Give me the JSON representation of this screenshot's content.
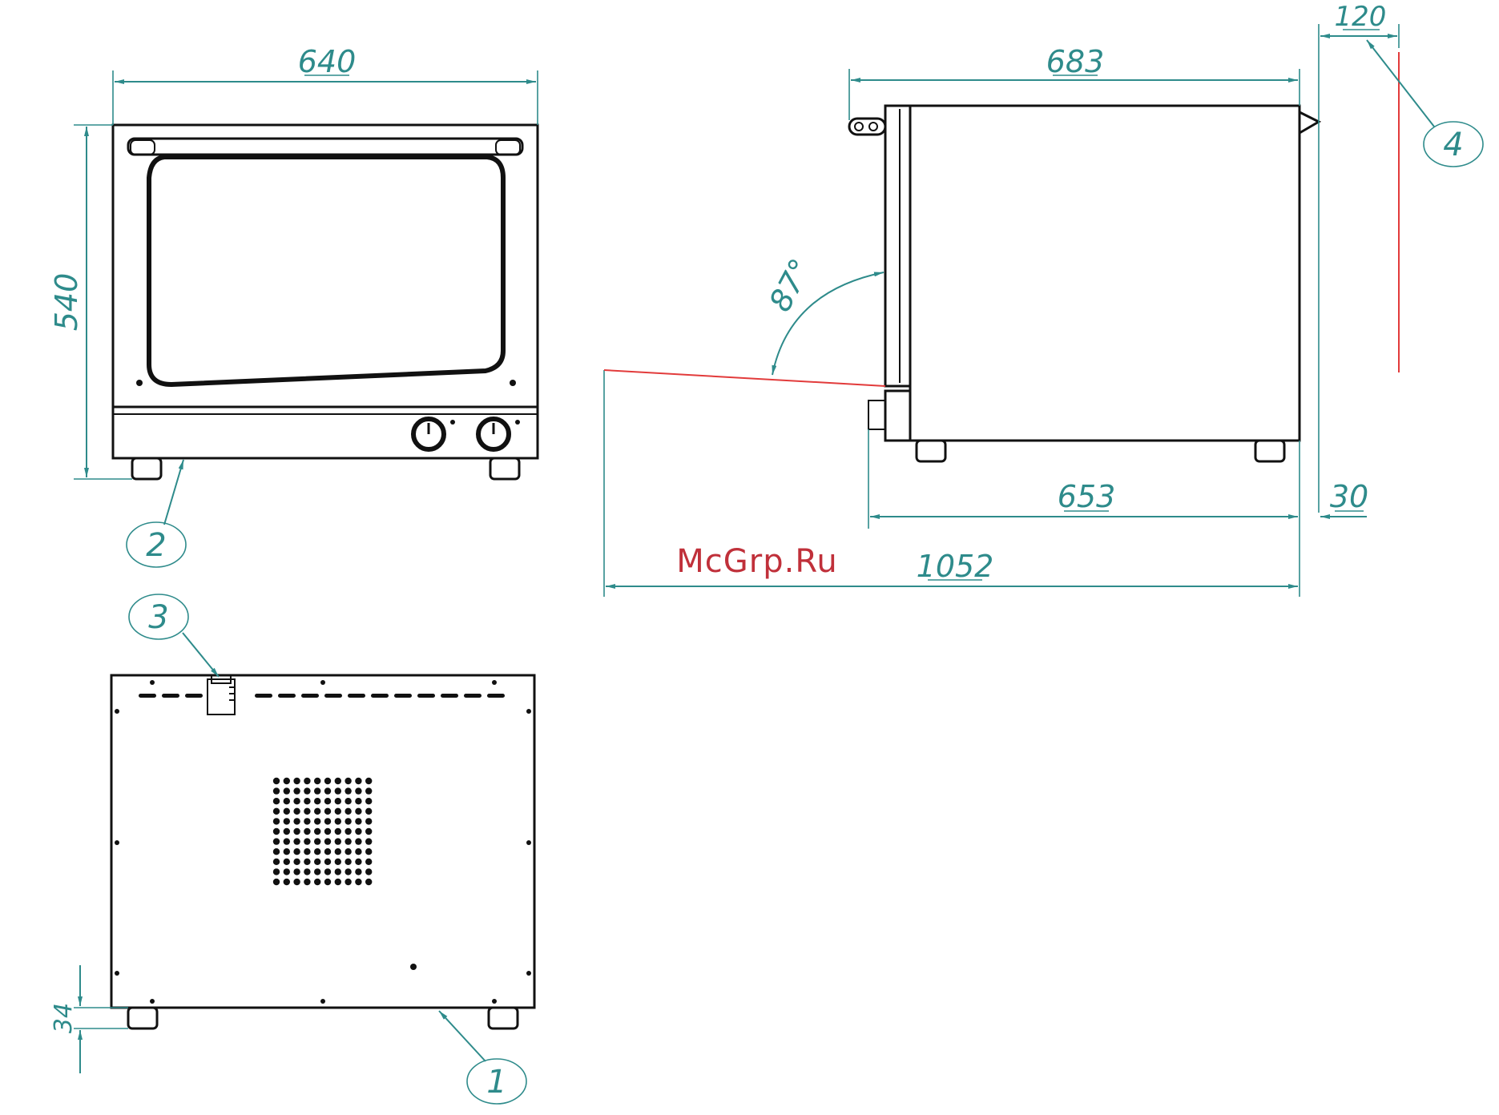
{
  "dimensions": {
    "front_width": "640",
    "front_height": "540",
    "side_depth": "683",
    "door_clearance": "120",
    "side_base_depth": "653",
    "side_offset": "30",
    "total_depth_open": "1052",
    "door_angle": "87°",
    "rear_foot_height": "34"
  },
  "callouts": {
    "c1": "1",
    "c2": "2",
    "c3": "3",
    "c4": "4"
  },
  "watermark": "McGrp.Ru",
  "colors": {
    "dimension": "#2e8b8b",
    "outline": "#111111",
    "reference_line": "#e23b3b",
    "watermark": "#c0303a"
  }
}
